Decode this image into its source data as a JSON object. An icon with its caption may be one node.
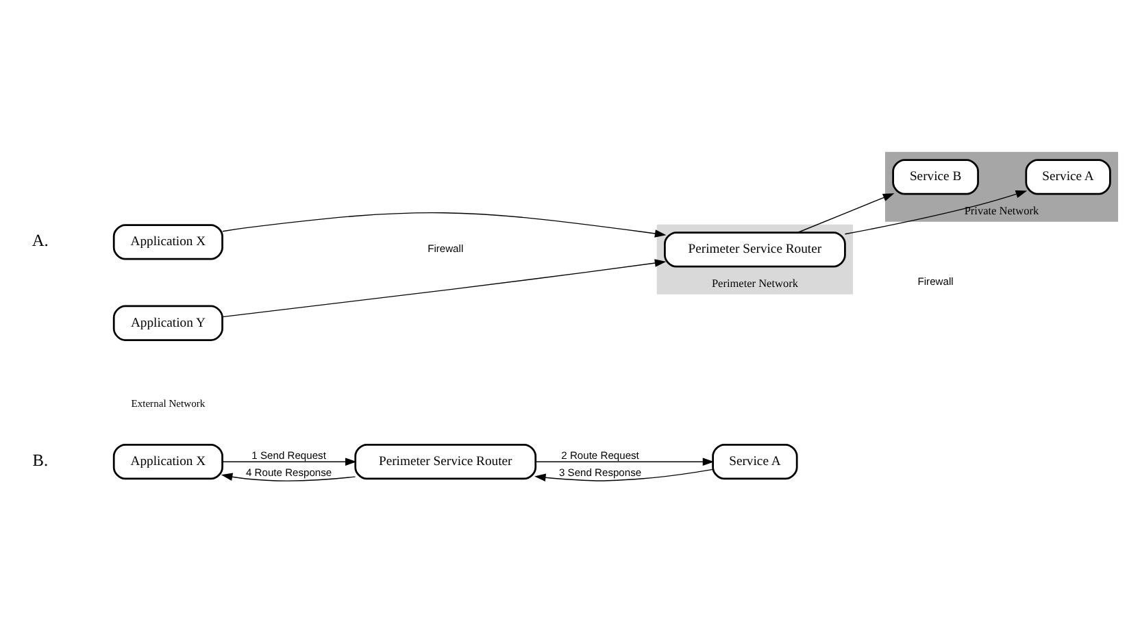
{
  "diagram": {
    "nodes": [
      {
        "text": [
          "Application X"
        ]
      },
      {
        "text": [
          "Application Y"
        ]
      },
      {
        "text": [
          "Perimeter Network"
        ]
      },
      {
        "text": [
          "Perimeter Service Router"
        ],
        "in": 2
      },
      {
        "text": [
          "Private Network"
        ]
      },
      {
        "text": [
          "Service A"
        ],
        "in": 4
      },
      {
        "text": [
          "Service B"
        ],
        "in": 4
      },
      {
        "text": [
          "Application X"
        ]
      },
      {
        "text": [
          "Perimeter Service Router"
        ]
      },
      {
        "text": [
          "Service A"
        ]
      }
    ],
    "edges": [
      {
        "from": 0,
        "to": 3,
        "arrow": "to"
      },
      {
        "from": 1,
        "to": 3,
        "arrow": "to"
      },
      {
        "from": 3,
        "to": 5,
        "arrow": "to"
      },
      {
        "from": 3,
        "to": 6,
        "arrow": "to"
      },
      {
        "from": 7,
        "to": 8,
        "arrow": "to",
        "label": "1 Send Request"
      },
      {
        "from": 8,
        "to": 9,
        "arrow": "to",
        "label": "2 Route Request"
      },
      {
        "from": 9,
        "to": 8,
        "arrow": "to",
        "label": "3 Send Response"
      },
      {
        "from": 8,
        "to": 7,
        "arrow": "to",
        "label": "4 Route Response"
      }
    ],
    "labels": [
      "A.",
      "Firewall",
      "Firewall",
      "External Network",
      "B."
    ]
  }
}
